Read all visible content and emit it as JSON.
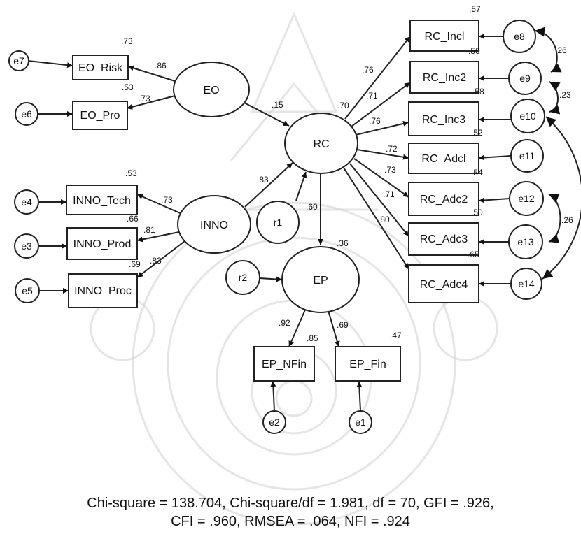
{
  "latents": {
    "EO": "EO",
    "INNO": "INNO",
    "RC": "RC",
    "EP": "EP",
    "r1": "r1",
    "r2": "r2"
  },
  "indicators": {
    "EO_Risk": "EO_Risk",
    "EO_Pro": "EO_Pro",
    "INNO_Tech": "INNO_Tech",
    "INNO_Prod": "INNO_Prod",
    "INNO_Proc": "INNO_Proc",
    "RC_Incl": "RC_Incl",
    "RC_Inc2": "RC_Inc2",
    "RC_Inc3": "RC_Inc3",
    "RC_Adcl": "RC_Adcl",
    "RC_Adc2": "RC_Adc2",
    "RC_Adc3": "RC_Adc3",
    "RC_Adc4": "RC_Adc4",
    "EP_NFin": "EP_NFin",
    "EP_Fin": "EP_Fin"
  },
  "errors": {
    "e1": "e1",
    "e2": "e2",
    "e3": "e3",
    "e4": "e4",
    "e5": "e5",
    "e6": "e6",
    "e7": "e7",
    "e8": "e8",
    "e9": "e9",
    "e10": "e10",
    "e11": "e11",
    "e12": "e12",
    "e13": "e13",
    "e14": "e14"
  },
  "loadings": {
    "EO_Risk": ".86",
    "EO_Pro": ".73",
    "INNO_Tech": ".73",
    "INNO_Prod": ".81",
    "INNO_Proc": ".83",
    "RC_Incl": ".76",
    "RC_Inc2": ".71",
    "RC_Inc3": ".76",
    "RC_Adcl": ".72",
    "RC_Adc2": ".73",
    "RC_Adc3": ".71",
    "RC_Adc4": ".80",
    "EP_NFin": ".92",
    "EP_Fin": ".69"
  },
  "r_squared": {
    "EO_Risk": ".73",
    "EO_Pro": ".53",
    "INNO_Tech": ".53",
    "INNO_Prod": ".66",
    "INNO_Proc": ".69",
    "RC_Incl": ".57",
    "RC_Inc2": ".50",
    "RC_Inc3": ".58",
    "RC_Adcl": ".52",
    "RC_Adc2": ".54",
    "RC_Adc3": ".50",
    "RC_Adc4": ".65",
    "EP_NFin": ".85",
    "EP_Fin": ".47",
    "RC": ".70",
    "EP": ".36"
  },
  "paths": {
    "EO_RC": ".15",
    "INNO_RC": ".83",
    "RC_EP": ".60"
  },
  "covariances": {
    "e8_e9": ".26",
    "e9_e10": ".23",
    "e12_e13": ".26"
  },
  "fit": {
    "line1": "Chi-square = 138.704, Chi-square/df = 1.981, df = 70, GFI = .926,",
    "line2": "CFI = .960, RMSEA = .064, NFI = .924"
  }
}
